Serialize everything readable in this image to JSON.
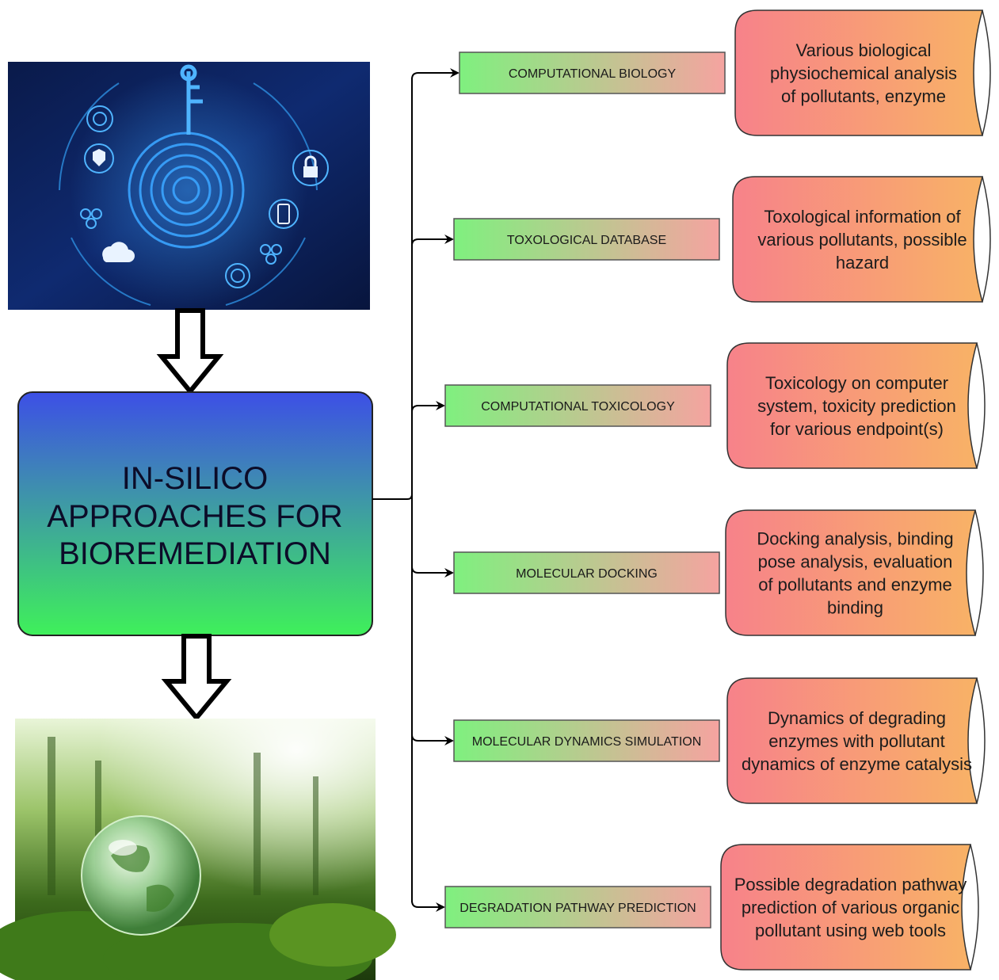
{
  "center": {
    "lines": [
      "IN-SILICO",
      "APPROACHES FOR",
      "BIOREMEDIATION"
    ]
  },
  "images": {
    "top": "digital-security-technology-illustration",
    "bottom": "glass-globe-in-forest-photo"
  },
  "colors": {
    "center_top": "#3d4fe6",
    "center_bottom": "#3ff05a",
    "label_left": "#7ff07f",
    "label_right": "#f5a3a0",
    "desc_left": "#f7828a",
    "desc_right": "#f8b266",
    "line": "#000000"
  },
  "methods": [
    {
      "label": "COMPUTATIONAL BIOLOGY",
      "description": [
        "Various biological",
        "physiochemical analysis",
        "of  pollutants, enzyme"
      ]
    },
    {
      "label": "TOXOLOGICAL DATABASE",
      "description": [
        "Toxological information of",
        "various pollutants, possible",
        "hazard"
      ]
    },
    {
      "label": "COMPUTATIONAL  TOXICOLOGY",
      "description": [
        "Toxicology on computer",
        "system, toxicity prediction",
        "for various endpoint(s)"
      ]
    },
    {
      "label": "MOLECULAR DOCKING",
      "description": [
        "Docking analysis, binding",
        "pose analysis, evaluation",
        "of pollutants and enzyme",
        "binding"
      ]
    },
    {
      "label": "MOLECULAR DYNAMICS SIMULATION",
      "description": [
        "Dynamics of degrading",
        "enzymes with pollutant",
        "dynamics of enzyme catalysis"
      ]
    },
    {
      "label": "DEGRADATION PATHWAY PREDICTION",
      "description": [
        "Possible degradation pathway",
        "prediction of various organic",
        "pollutant using web tools"
      ]
    }
  ]
}
